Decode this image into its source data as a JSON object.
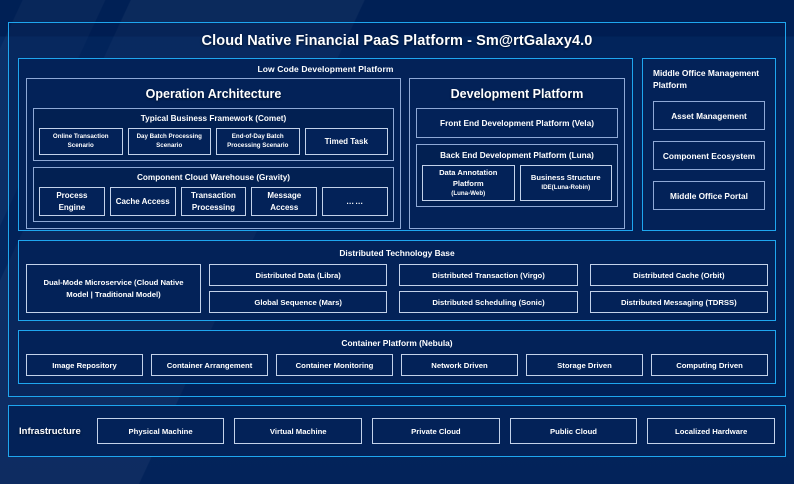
{
  "app": {
    "title": "Cloud Native Financial PaaS Platform - Sm@rtGalaxy4.0"
  },
  "colors": {
    "accent_border": "#1ea6ef",
    "panel_bg": "#032258",
    "page_bg": "#001a4d",
    "chip_border": "#c3d2ea",
    "text": "#ffffff"
  },
  "lowcode": {
    "title": "Low Code Development Platform",
    "operation_architecture": {
      "title": "Operation Architecture",
      "groups": [
        {
          "title": "Typical Business Framework (Comet)",
          "items": [
            "Online Transaction Scenario",
            "Day Batch Processing Scenario",
            "End-of-Day Batch Processing Scenario",
            "Timed Task"
          ]
        },
        {
          "title": "Component Cloud Warehouse (Gravity)",
          "items": [
            "Process Engine",
            "Cache Access",
            "Transaction Processing",
            "Message Access",
            "……"
          ]
        }
      ]
    },
    "development_platform": {
      "title": "Development Platform",
      "front_end": "Front End Development Platform (Vela)",
      "back_end": {
        "title": "Back End Development Platform (Luna)",
        "items": [
          {
            "main": "Data Annotation Platform",
            "sub": "(Luna-Web)"
          },
          {
            "main": "Business Structure",
            "sub": "IDE(Luna-Robin)"
          }
        ]
      }
    }
  },
  "middle_office": {
    "title": "Middle Office Management Platform",
    "items": [
      "Asset Management",
      "Component Ecosystem",
      "Middle Office Portal"
    ]
  },
  "distributed_technology_base": {
    "title": "Distributed Technology Base",
    "highlight": "Dual-Mode Microservice (Cloud Native Model | Traditional Model)",
    "cells": [
      "Distributed Data (Libra)",
      "Distributed Transaction (Virgo)",
      "Distributed Cache (Orbit)",
      "Global Sequence (Mars)",
      "Distributed Scheduling (Sonic)",
      "Distributed Messaging (TDRSS)"
    ]
  },
  "container_platform": {
    "title": "Container Platform (Nebula)",
    "cells": [
      "Image Repository",
      "Container Arrangement",
      "Container Monitoring",
      "Network Driven",
      "Storage Driven",
      "Computing Driven"
    ]
  },
  "infrastructure": {
    "label": "Infrastructure",
    "cells": [
      "Physical Machine",
      "Virtual Machine",
      "Private Cloud",
      "Public Cloud",
      "Localized Hardware"
    ]
  }
}
